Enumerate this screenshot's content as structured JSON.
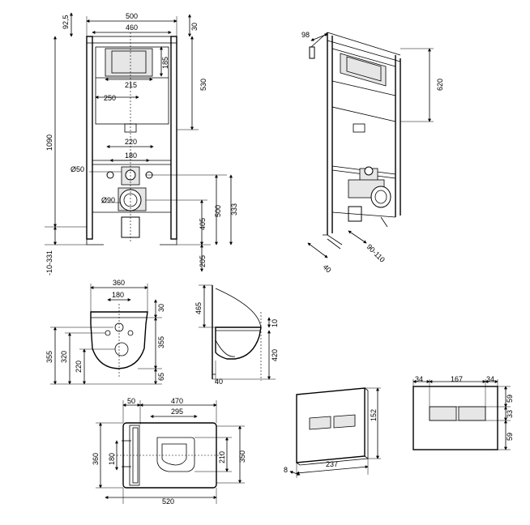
{
  "frame_front": {
    "width_500": "500",
    "width_460": "460",
    "top_92_5": "92,5",
    "top_30": "30",
    "h_185": "185",
    "w_215": "215",
    "h_530": "530",
    "w_250": "250",
    "h_1090": "1090",
    "w_220": "220",
    "w_180": "180",
    "d_50": "Ø50",
    "d_90": "Ø90",
    "h_500": "500",
    "h_333": "333",
    "h_405": "405",
    "h_205": "205",
    "adj": "-10-331"
  },
  "frame_iso": {
    "d_98": "98",
    "h_620": "620",
    "d_40": "40",
    "d_90_110": "90-110"
  },
  "bowl_front": {
    "w_360": "360",
    "w_180": "180",
    "h_30": "30",
    "h_355_left": "355",
    "h_320": "320",
    "h_220": "220",
    "h_355_right": "355",
    "h_65": "65"
  },
  "bowl_side": {
    "h_465": "465",
    "h_10": "10",
    "h_420": "420",
    "w_40": "40"
  },
  "bowl_top": {
    "w_50": "50",
    "w_470": "470",
    "w_295": "295",
    "h_360": "360",
    "h_180": "180",
    "h_210": "210",
    "h_350": "350",
    "w_520": "520"
  },
  "plate_iso": {
    "h_152": "152",
    "w_237": "237",
    "d_8": "8"
  },
  "plate_front": {
    "w_34_left": "34",
    "w_167": "167",
    "w_34_right": "34",
    "h_59_top": "59",
    "h_33": "33",
    "h_59_bottom": "59"
  }
}
